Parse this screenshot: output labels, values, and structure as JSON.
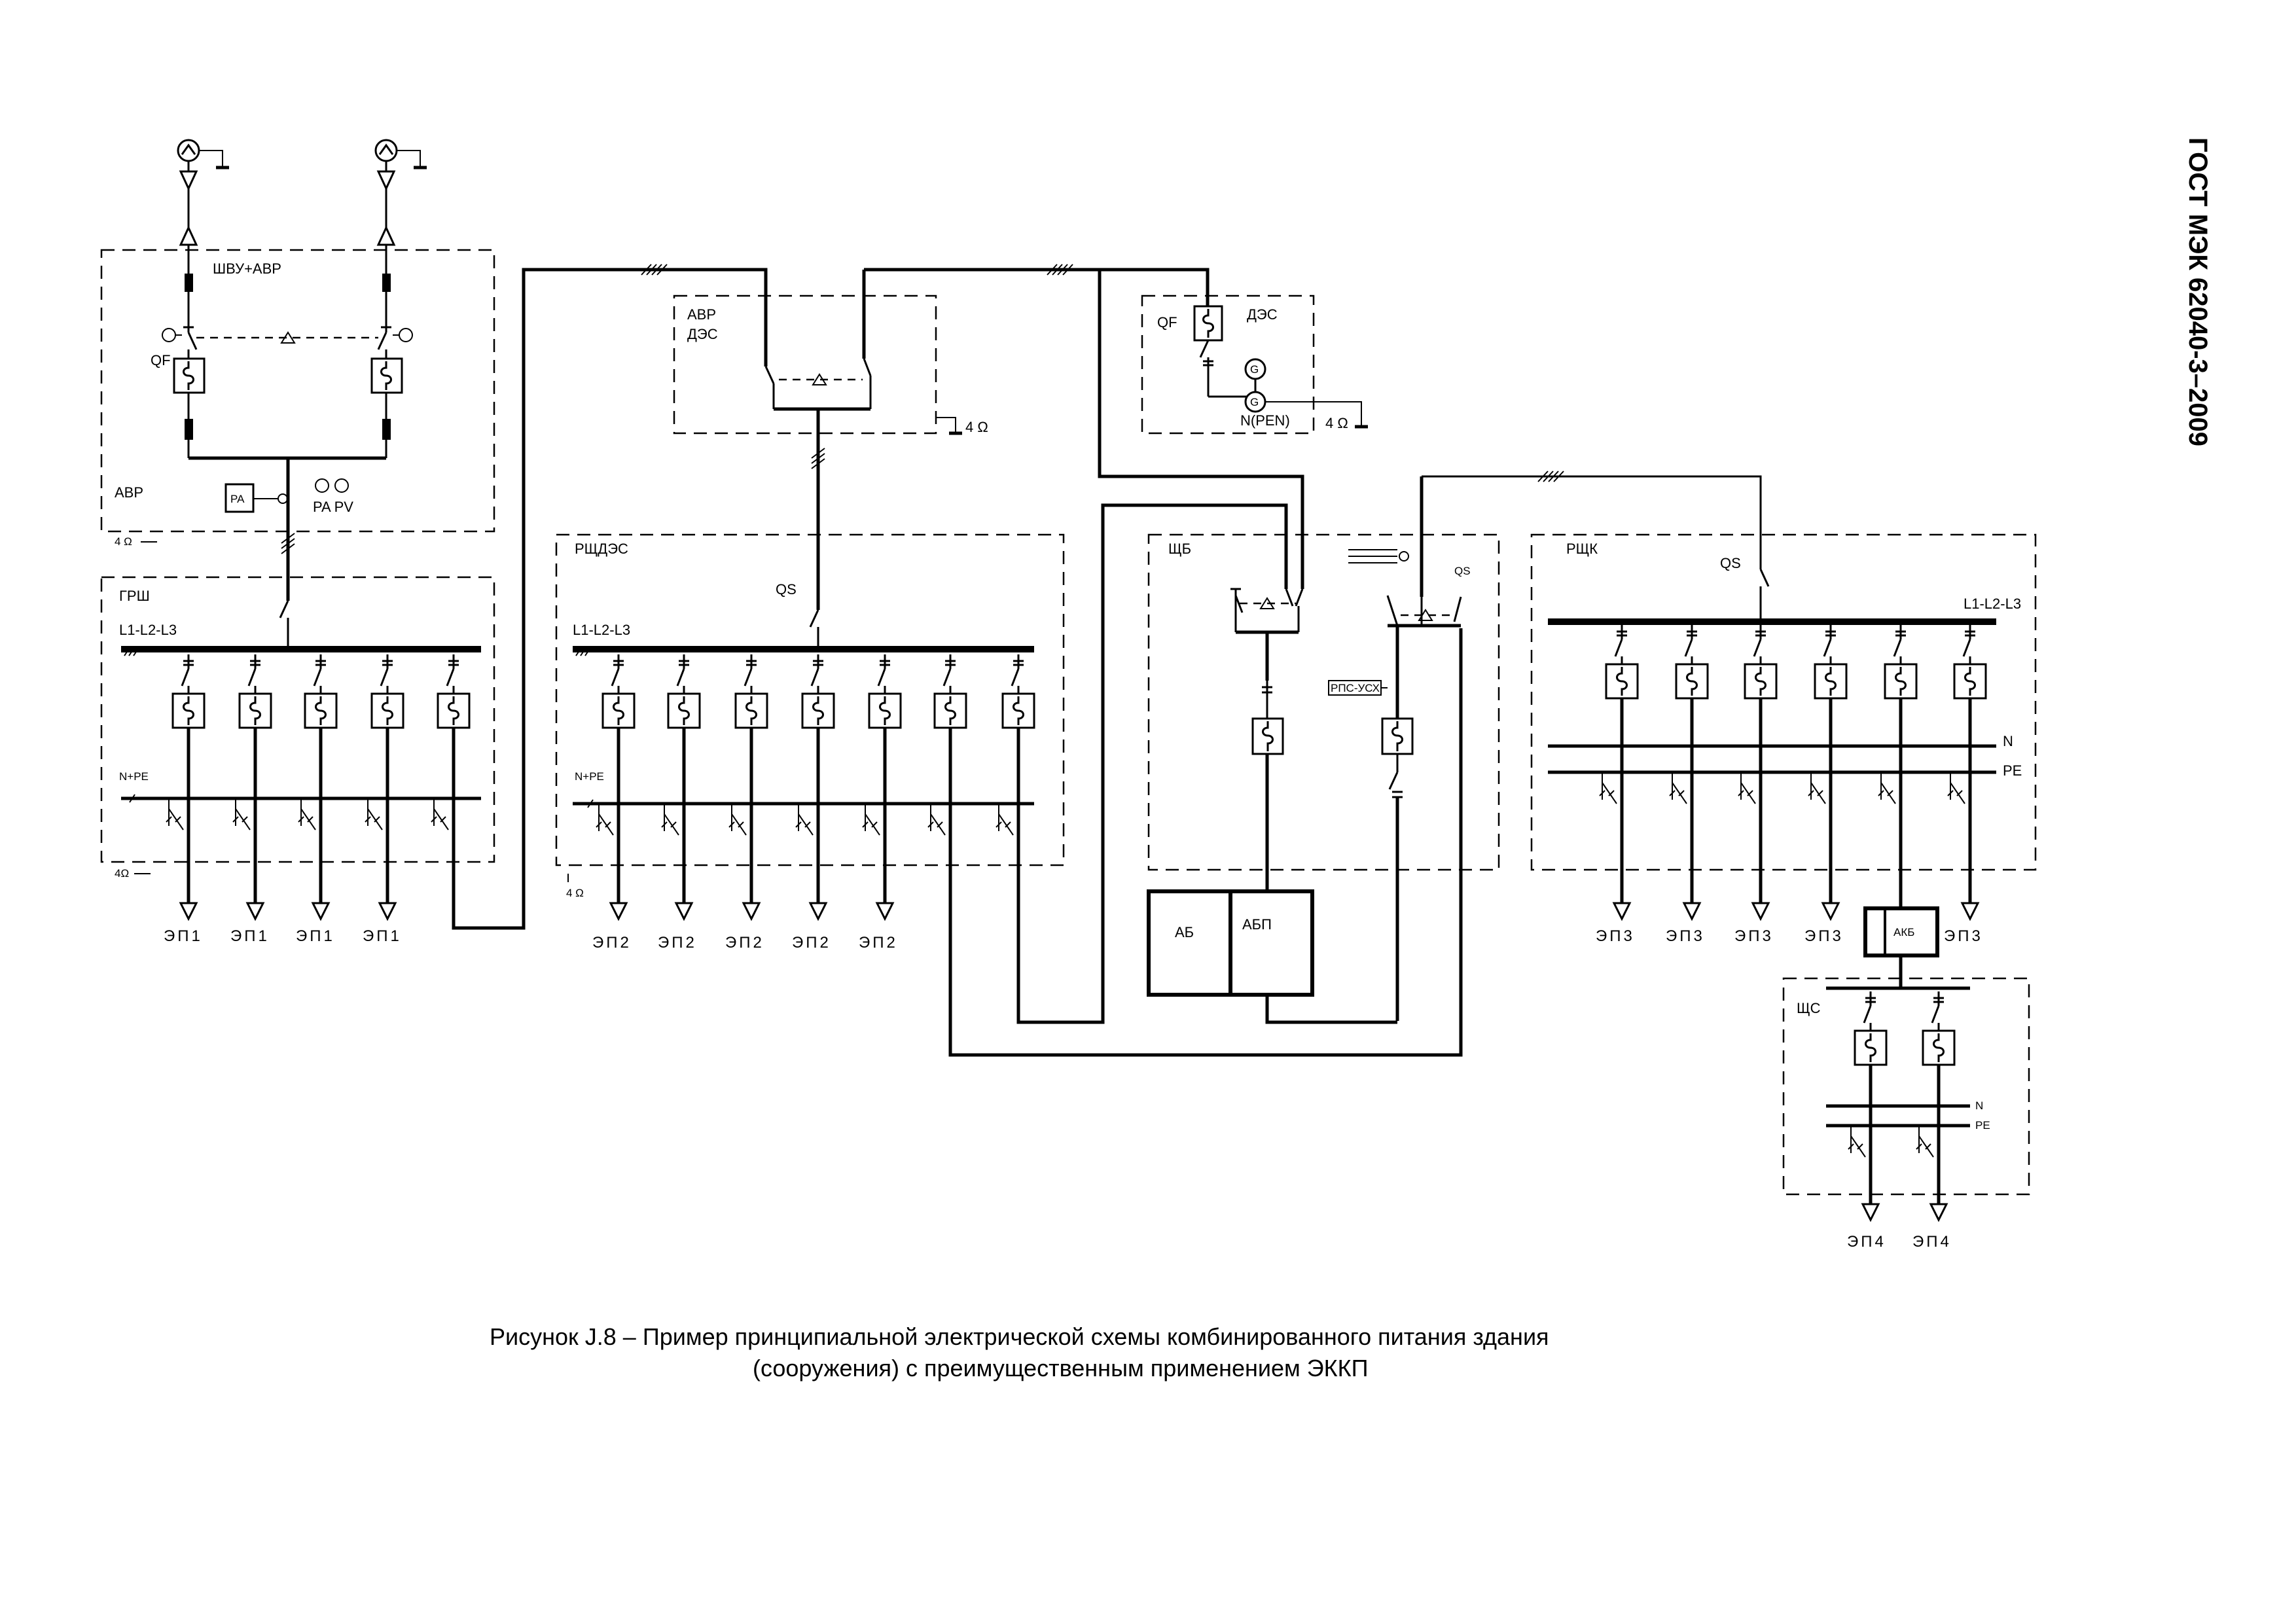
{
  "standard_id": "ГОСТ МЭК 62040-3–2009",
  "caption": {
    "line1": "Рисунок J.8 – Пример принципиальной электрической схемы комбинированного питания  здания",
    "line2": "(сооружения) с преимущественным применением ЭККП"
  },
  "panels": {
    "shvu": "ШВУ+АВР",
    "avr": "АВР",
    "grsh": "ГРШ",
    "avr_des_1": "АВР",
    "avr_des_2": "ДЭС",
    "des": "ДЭС",
    "rshdes": "РЩДЭС",
    "shb": "ЩБ",
    "rshk": "РЩК",
    "shs": "ЩС"
  },
  "labels": {
    "qf": "QF",
    "qs": "QS",
    "pa_pv": "PA PV",
    "pa_box": "PA",
    "four_ohm": "4 Ω",
    "four_ohm_sep": "4Ω",
    "bus_l": "L1-L2-L3",
    "bus_l_right": "L1-L2-L3",
    "bus_npe": "N+PE",
    "n": "N",
    "pe": "PE",
    "n_pen": "N(PEN)",
    "gen": "G",
    "ab": "АБ",
    "abp": "АБП",
    "akb": "АКБ",
    "tiny_box": "РПС-УСХ",
    "ep1": "ЭП1",
    "ep2": "ЭП2",
    "ep3": "ЭП3",
    "ep4": "ЭП4"
  }
}
